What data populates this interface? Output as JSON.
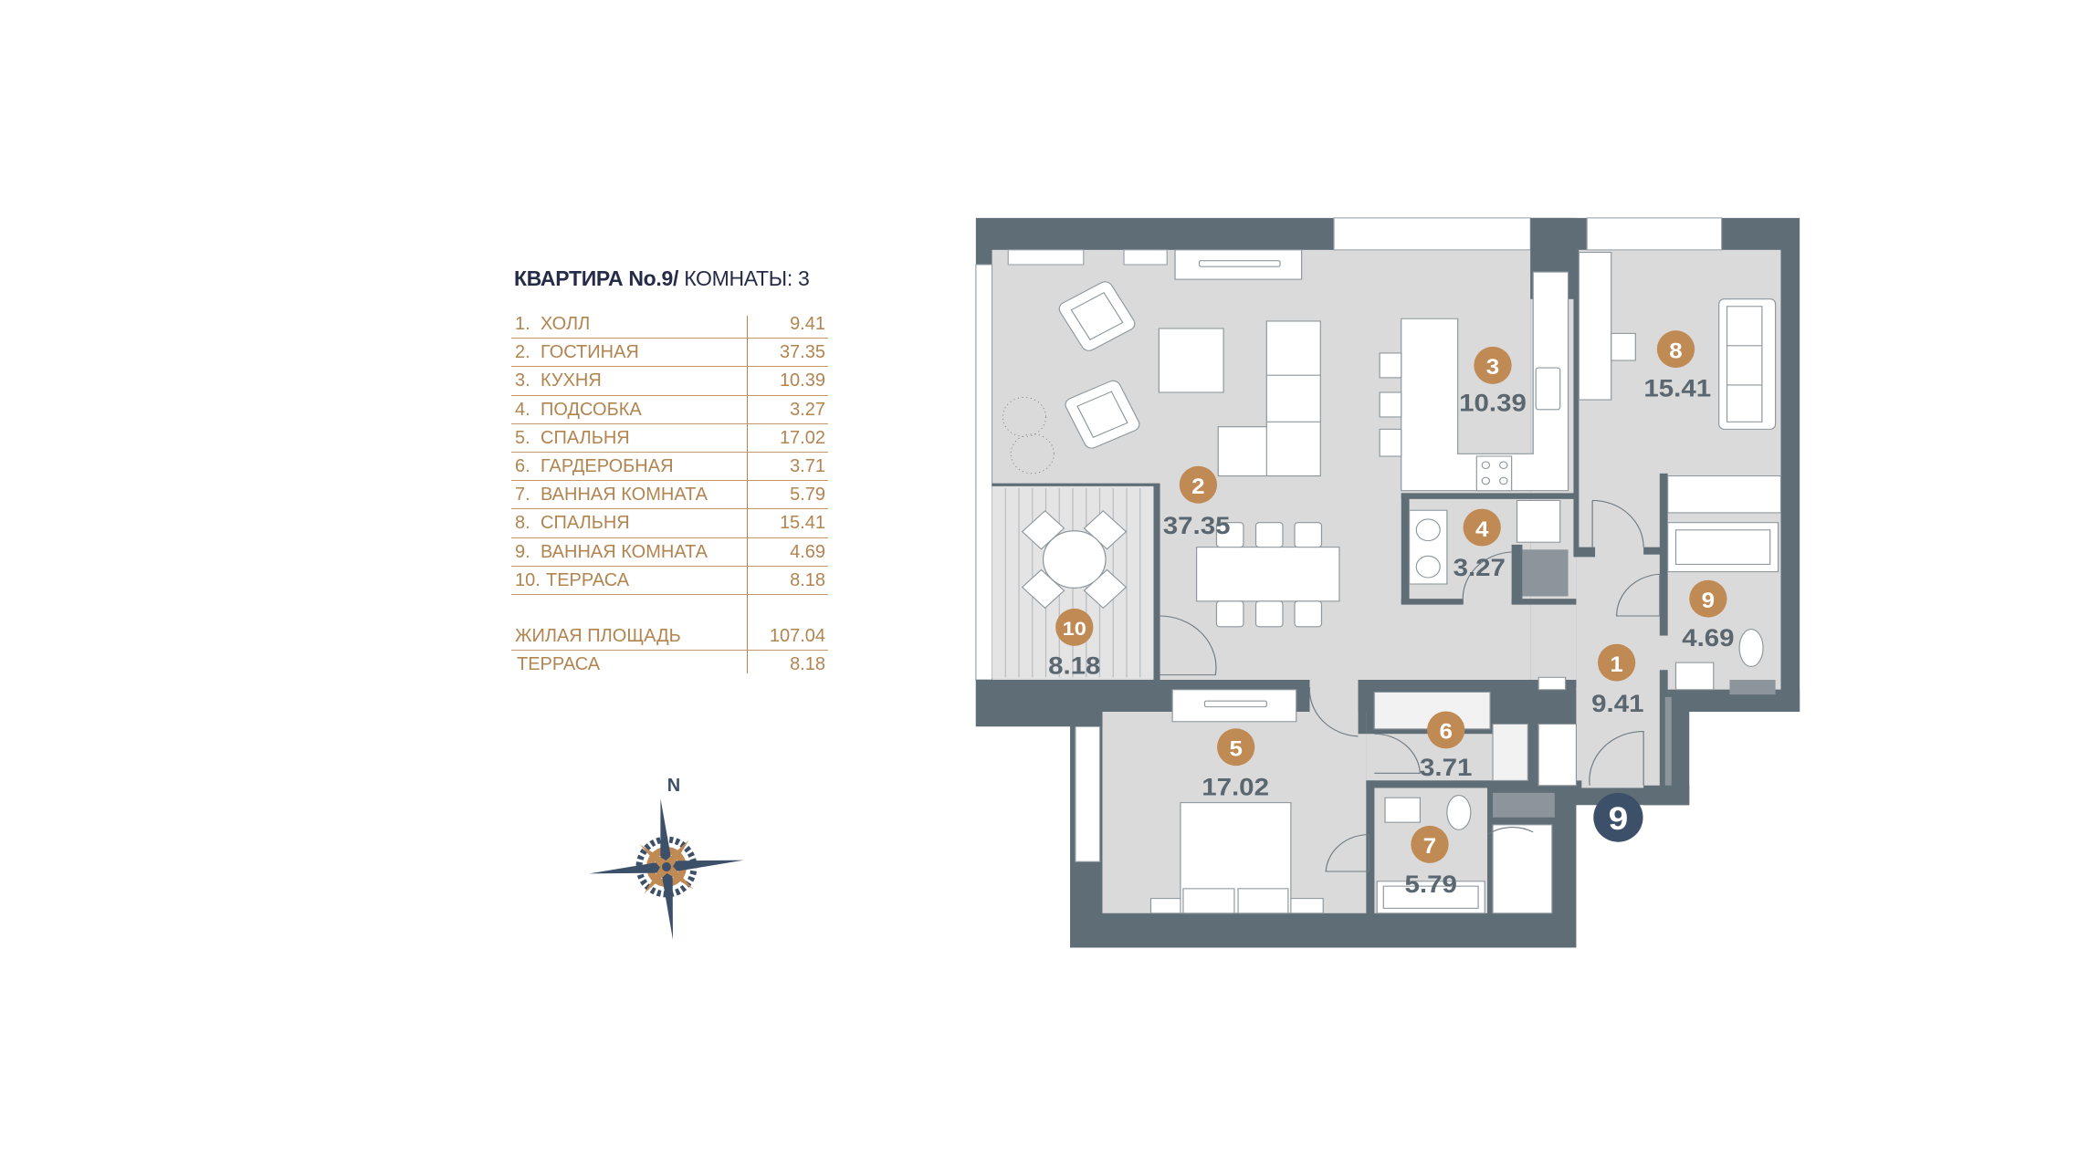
{
  "header": {
    "apartment": "КВАРТИРА No.9/",
    "rooms_count": "КОМНАТЫ: 3"
  },
  "rooms": [
    {
      "num": "1.",
      "name": "ХОЛЛ",
      "area": "9.41",
      "badge": "1"
    },
    {
      "num": "2.",
      "name": "ГОСТИНАЯ",
      "area": "37.35",
      "badge": "2"
    },
    {
      "num": "3.",
      "name": "КУХНЯ",
      "area": "10.39",
      "badge": "3"
    },
    {
      "num": "4.",
      "name": "ПОДСОБКА",
      "area": "3.27",
      "badge": "4"
    },
    {
      "num": "5.",
      "name": "СПАЛЬНЯ",
      "area": "17.02",
      "badge": "5"
    },
    {
      "num": "6.",
      "name": "ГАРДЕРОБНАЯ",
      "area": "3.71",
      "badge": "6"
    },
    {
      "num": "7.",
      "name": "ВАННАЯ КОМНАТА",
      "area": "5.79",
      "badge": "7"
    },
    {
      "num": "8.",
      "name": "СПАЛЬНЯ",
      "area": "15.41",
      "badge": "8"
    },
    {
      "num": "9.",
      "name": "ВАННАЯ КОМНАТА",
      "area": "4.69",
      "badge": "9"
    },
    {
      "num": "10.",
      "name": "ТЕРРАСА",
      "area": "8.18",
      "badge": "10"
    }
  ],
  "totals": [
    {
      "name": "ЖИЛАЯ ПЛОЩАДЬ",
      "value": "107.04"
    },
    {
      "name": "ТЕРРАСА",
      "value": "8.18"
    }
  ],
  "plan": {
    "apartment_badge": "9"
  },
  "compass": {
    "north": "N"
  },
  "colors": {
    "wall": "#5f6d77",
    "floor": "#dadada",
    "badge": "#c08a54",
    "area_text": "#5b6770",
    "apt_badge": "#3d5069",
    "table_text": "#b2844f"
  }
}
